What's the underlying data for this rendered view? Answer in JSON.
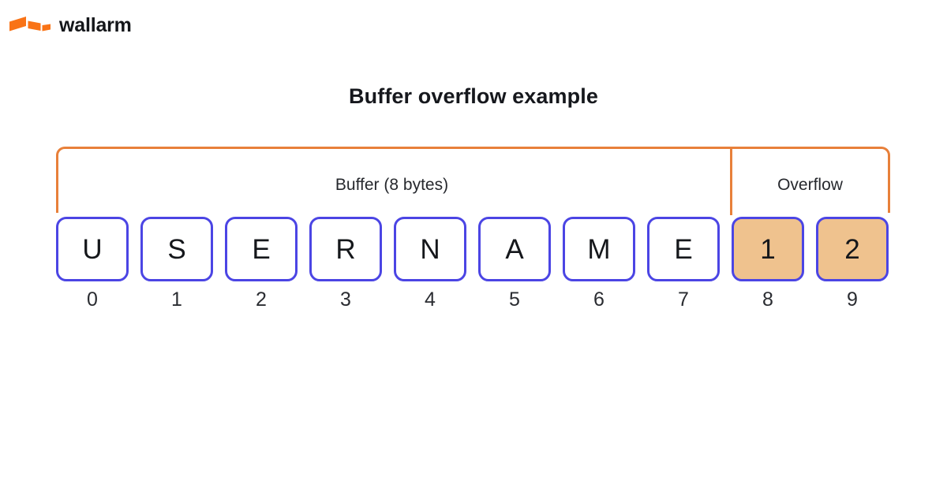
{
  "brand": {
    "name": "wallarm",
    "logo_icon": "wallarm-bolt-icon",
    "color": "#F97316"
  },
  "title": "Buffer overflow example",
  "diagram": {
    "bracket_color": "#E8803A",
    "cell_border_color": "#4B45E4",
    "overflow_fill_color": "#EFC28E",
    "regions": [
      {
        "label": "Buffer (8 bytes)",
        "span": 8
      },
      {
        "label": "Overflow",
        "span": 2
      }
    ],
    "cells": [
      {
        "value": "U",
        "index": "0",
        "overflow": false
      },
      {
        "value": "S",
        "index": "1",
        "overflow": false
      },
      {
        "value": "E",
        "index": "2",
        "overflow": false
      },
      {
        "value": "R",
        "index": "3",
        "overflow": false
      },
      {
        "value": "N",
        "index": "4",
        "overflow": false
      },
      {
        "value": "A",
        "index": "5",
        "overflow": false
      },
      {
        "value": "M",
        "index": "6",
        "overflow": false
      },
      {
        "value": "E",
        "index": "7",
        "overflow": false
      },
      {
        "value": "1",
        "index": "8",
        "overflow": true
      },
      {
        "value": "2",
        "index": "9",
        "overflow": true
      }
    ]
  }
}
